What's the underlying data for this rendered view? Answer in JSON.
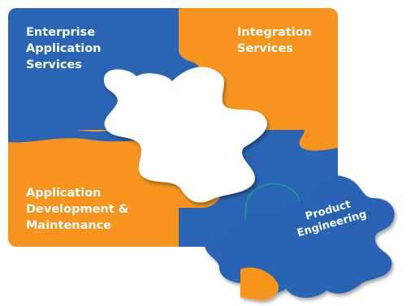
{
  "colors": {
    "blue": "#2a64b4",
    "orange": "#f7941d",
    "white": "#ffffff",
    "edge": "#1f3e78"
  },
  "pieces": {
    "top_left": [
      "Enterprise",
      "Application",
      "Services"
    ],
    "top_right": [
      "Integration",
      "Services"
    ],
    "bottom_left": [
      "Application",
      "Development &",
      "Maintenance"
    ],
    "floating": [
      "Product",
      "Engineering"
    ]
  }
}
